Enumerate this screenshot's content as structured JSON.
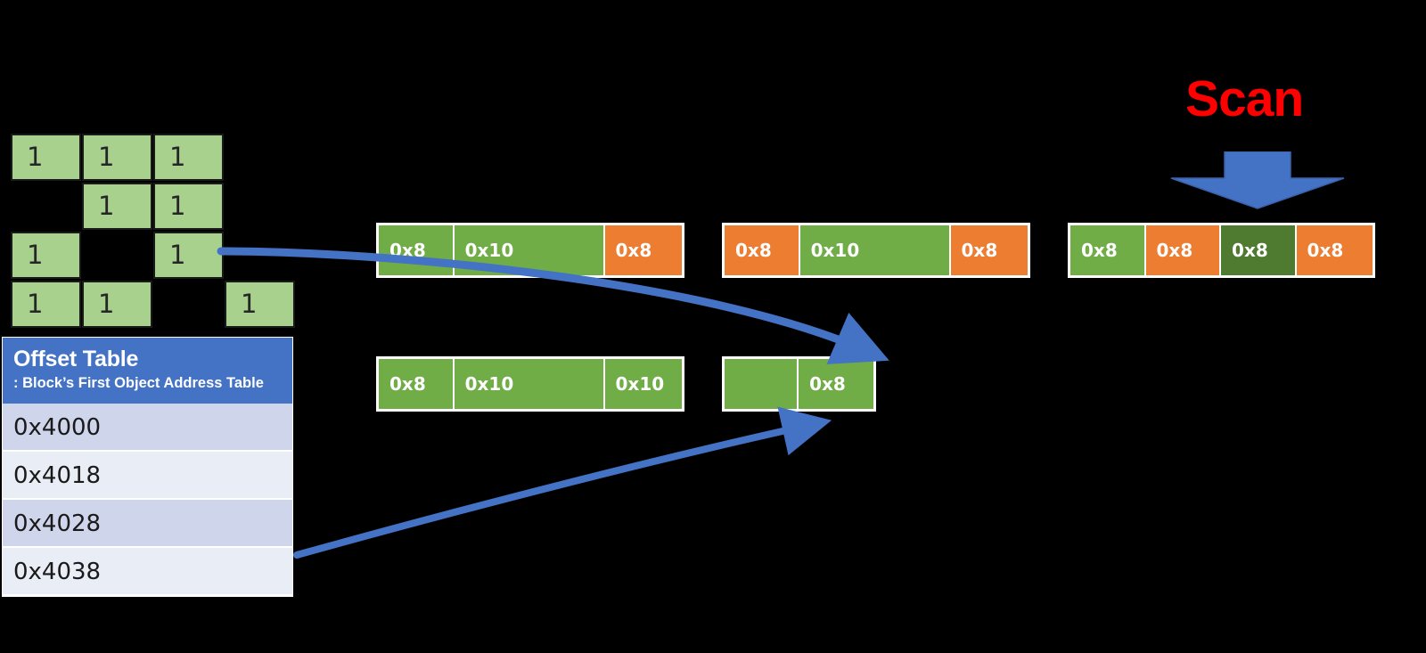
{
  "scan": {
    "label": "Scan",
    "arrow_icon": "down-arrow-icon",
    "color": "#FF0000",
    "arrow_color": "#4472C4"
  },
  "mark_grid": {
    "name": "mark-bitmap-grid",
    "mark_value": "1",
    "cell_color": "#A9D18E",
    "rows": [
      [
        "1",
        "1",
        "1",
        ""
      ],
      [
        "",
        "1",
        "1",
        ""
      ],
      [
        "1",
        "",
        "1",
        ""
      ],
      [
        "1",
        "1",
        "",
        "1"
      ]
    ]
  },
  "offset_table": {
    "title": "Offset Table",
    "subtitle": ": Block’s First Object Address Table",
    "header_color": "#4472C4",
    "rows": [
      "0x4000",
      "0x4018",
      "0x4028",
      "0x4038"
    ]
  },
  "memory_blocks": [
    {
      "name": "memory-block-1",
      "row": 1,
      "cells": [
        {
          "label": "0x8",
          "color": "green"
        },
        {
          "label": "0x10",
          "color": "green"
        },
        {
          "label": "0x8",
          "color": "orange"
        }
      ]
    },
    {
      "name": "memory-block-2",
      "row": 1,
      "cells": [
        {
          "label": "0x8",
          "color": "orange"
        },
        {
          "label": "0x10",
          "color": "green"
        },
        {
          "label": "0x8",
          "color": "orange"
        }
      ]
    },
    {
      "name": "memory-block-3",
      "row": 1,
      "cells": [
        {
          "label": "0x8",
          "color": "green"
        },
        {
          "label": "0x8",
          "color": "orange"
        },
        {
          "label": "0x8",
          "color": "darkgreen"
        },
        {
          "label": "0x8",
          "color": "orange"
        }
      ]
    },
    {
      "name": "memory-block-4",
      "row": 2,
      "cells": [
        {
          "label": "0x8",
          "color": "green"
        },
        {
          "label": "0x10",
          "color": "green"
        },
        {
          "label": "0x10",
          "color": "green"
        }
      ]
    },
    {
      "name": "memory-block-5",
      "row": 2,
      "cells": [
        {
          "label": "",
          "color": "green"
        },
        {
          "label": "0x8",
          "color": "green"
        }
      ]
    }
  ],
  "connectors": [
    {
      "name": "grid-to-block-connector",
      "color": "#4472C4"
    },
    {
      "name": "offset-to-block-connector",
      "color": "#4472C4"
    }
  ],
  "palette": {
    "green": "#70AD47",
    "dark_green": "#4E7B2F",
    "orange": "#ED7D31",
    "bitmap_green": "#A9D18E",
    "blue": "#4472C4",
    "red": "#FF0000",
    "background": "#000000"
  }
}
